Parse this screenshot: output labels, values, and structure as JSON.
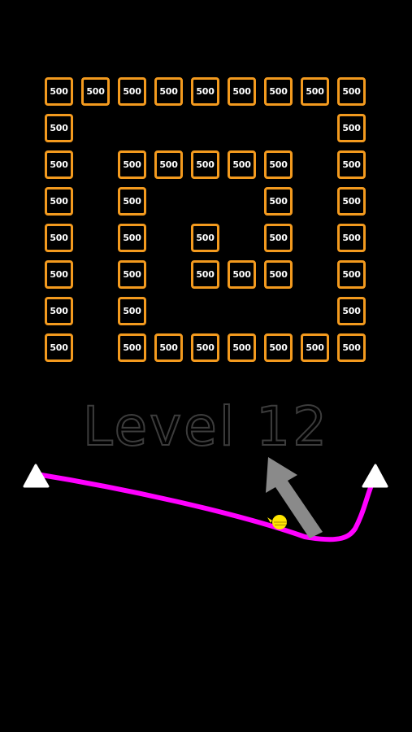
{
  "level": {
    "label": "Level 12"
  },
  "colors": {
    "background": "#000000",
    "brick_border": "#f39a1e",
    "brick_text": "#ffffff",
    "track": "#ff00ff",
    "anchor": "#ffffff",
    "aim_arrow": "#8a8a8a",
    "ball": "#ffe600",
    "level_outline": "#3c3c3c"
  },
  "bricks": {
    "value": "500",
    "grid": [
      "111111111",
      "100000001",
      "101111101",
      "101000101",
      "101010101",
      "101011101",
      "101000001",
      "101111111"
    ]
  },
  "icons": {
    "left_anchor": "triangle-anchor-icon",
    "right_anchor": "triangle-anchor-icon",
    "aim": "arrow-up-left-icon",
    "ball": "ball-icon"
  }
}
